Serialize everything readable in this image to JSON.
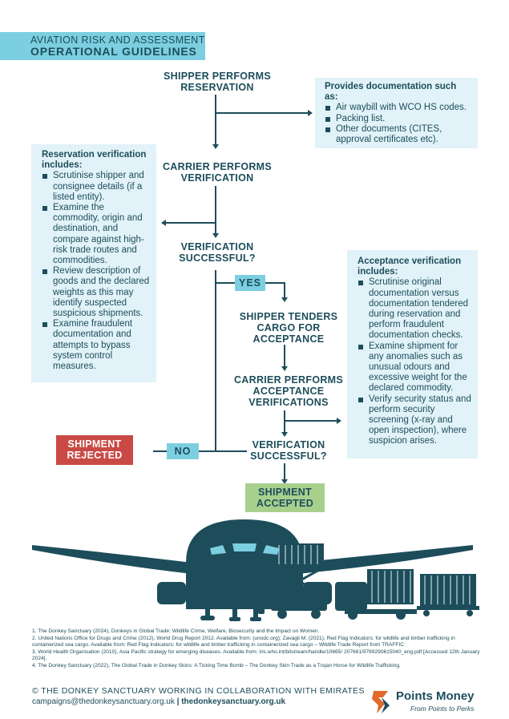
{
  "header": {
    "line1": "AVIATION RISK AND ASSESSMENT",
    "line2": "OPERATIONAL GUIDELINES"
  },
  "steps": {
    "shipper_reservation": "SHIPPER PERFORMS RESERVATION",
    "carrier_verification": "CARRIER PERFORMS VERIFICATION",
    "verification_successful_1": "VERIFICATION SUCCESSFUL?",
    "shipper_tenders": "SHIPPER TENDERS CARGO FOR ACCEPTANCE",
    "carrier_acceptance": "CARRIER PERFORMS ACCEPTANCE VERIFICATIONS",
    "verification_successful_2": "VERIFICATION SUCCESSFUL?"
  },
  "tags": {
    "yes": "YES",
    "no": "NO"
  },
  "outcomes": {
    "rejected": "SHIPMENT REJECTED",
    "accepted": "SHIPMENT ACCEPTED"
  },
  "documentation_box": {
    "title": "Provides documentation such as:",
    "items": [
      "Air waybill with WCO HS codes.",
      "Packing list.",
      "Other documents (CITES, approval certificates etc)."
    ]
  },
  "reservation_box": {
    "title": "Reservation verification includes:",
    "items": [
      "Scrutinise shipper and consignee details (if a listed entity).",
      "Examine the commodity, origin and destination, and compare against high-risk trade routes and commodities.",
      "Review description of goods and the declared weights as this may identify suspected suspicious shipments.",
      "Examine fraudulent documentation and attempts to bypass system control measures."
    ]
  },
  "acceptance_box": {
    "title": "Acceptance verification includes:",
    "items": [
      "Scrutinise original documentation versus documentation tendered during reservation and perform fraudulent documentation checks.",
      "Examine shipment for any anomalies such as unusual odours and excessive weight for the declared commodity.",
      "Verify security status and perform security screening (x-ray and open inspection), where suspicion arises."
    ]
  },
  "references": [
    "1. The Donkey Sanctuary (2024), Donkeys in Global Trade: Wildlife Crime, Welfare, Biosecurity and the Impact on Women.",
    "2. United Nations Office for Drugs and Crime (2012), World Drug Report 2012. Available from: (unodc.org); Zavagli M. (2021), Red Flag Indicators: for wildlife and timber trafficking in containerized sea cargo. Available from: Red Flag Indicators: for wildlife and timber trafficking in containerized sea cargo – Wildlife Trade Report from TRAFFIC.",
    "3. World Health Organisation (2010), Asia Pacific strategy for emerging diseases. Available from: iris.who.int/bitstream/handle/10665/ 207661/9789290615040_eng.pdf [Accessed 12th January 2024].",
    "4. The Donkey Sanctuary (2022), The Global Trade in Donkey Skins: A Ticking Time Bomb – The Donkey Skin Trade as a Trojan Horse for Wildlife Trafficking."
  ],
  "footer": {
    "copyright": "© THE DONKEY SANCTUARY WORKING IN COLLABORATION WITH EMIRATES",
    "email": "campaigns@thedonkeysanctuary.org.uk",
    "separator": "|",
    "website": "thedonkeysanctuary.org.uk"
  },
  "logo": {
    "name": "Points Money",
    "tagline": "From Points to Perks"
  },
  "colors": {
    "navy": "#1d4d5b",
    "light_blue": "#7ccfe0",
    "pale_blue": "#e1f2f8",
    "rejected_red": "#c94a45",
    "accepted_green": "#a8d08d",
    "logo_orange": "#e0692b"
  }
}
